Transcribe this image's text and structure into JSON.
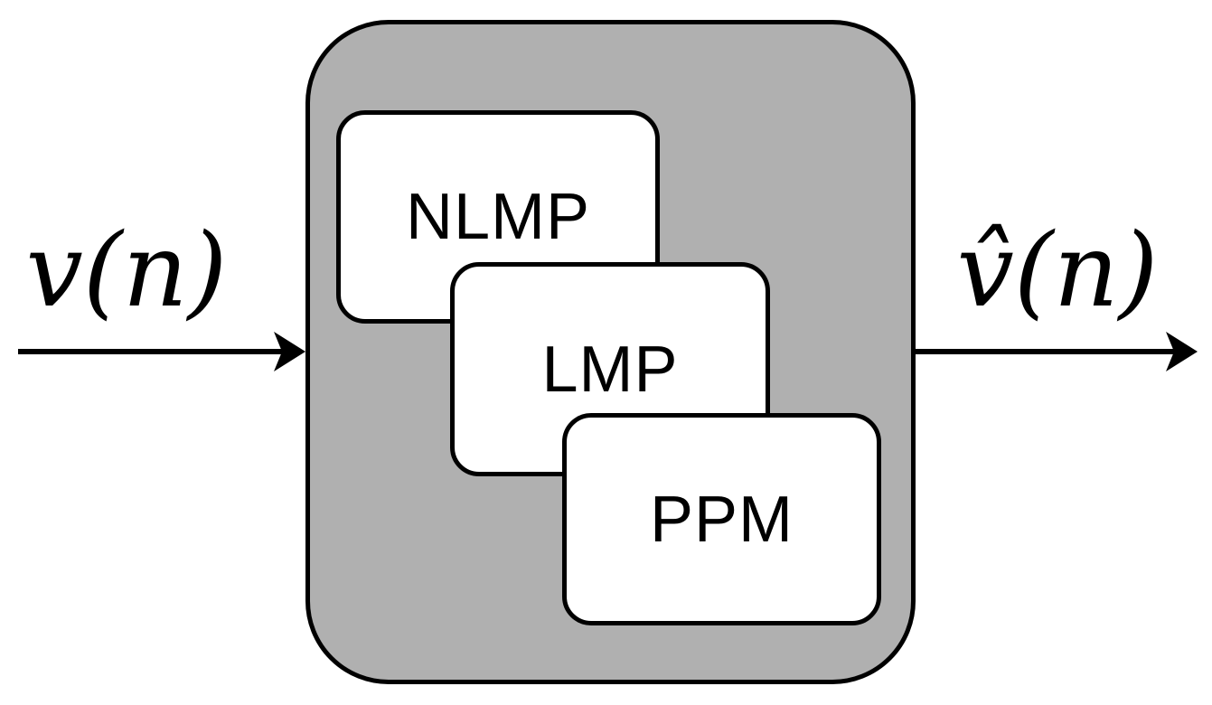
{
  "colors": {
    "container_fill": "#b0b0b0",
    "block_fill": "#ffffff",
    "stroke": "#000000",
    "background": "#ffffff"
  },
  "diagram": {
    "type": "block-diagram",
    "description": "Signal flows through a gray container holding three cascaded predictor blocks",
    "input_label": "v(n)",
    "output_label": "v̂(n)",
    "blocks": [
      {
        "label": "NLMP"
      },
      {
        "label": "LMP"
      },
      {
        "label": "PPM"
      }
    ]
  }
}
